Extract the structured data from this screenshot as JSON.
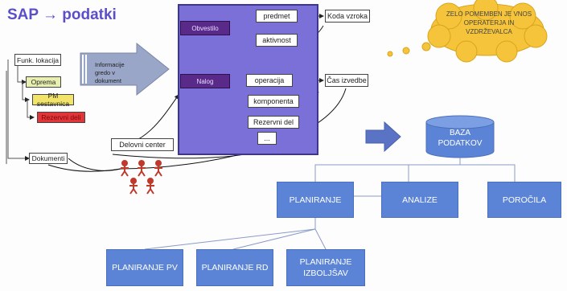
{
  "title": "SAP → podatki",
  "left": {
    "funk_lokacija": "Funk. lokacija",
    "oprema": "Oprema",
    "pm_sestavnica": "PM sestavnica",
    "rezervni_deli": "Rezervni deli",
    "dokumenti": "Dokumenti"
  },
  "info_arrow": "Informacije gredo v dokument",
  "delovni_center": "Delovni center",
  "panel": {
    "obvestilo": "Obvestilo",
    "nalog": "Nalog",
    "predmet": "predmet",
    "aktivnost": "aktivnost",
    "operacija": "operacija",
    "komponenta": "komponenta",
    "rezervni_del": "Rezervni del",
    "ellipsis": "..."
  },
  "koda_vzroka": "Koda vzroka",
  "cas_izvedbe": "Čas izvedbe",
  "cloud": "ZELO POMEMBEN JE VNOS OPERATERJA IN VZDRŽEVALCA",
  "database": "BAZA PODATKOV",
  "planiranje": "PLANIRANJE",
  "analize": "ANALIZE",
  "porocila": "POROČILA",
  "planiranje_pv": "PLANIRANJE PV",
  "planiranje_rd": "PLANIRANJE RD",
  "planiranje_izboljsav": "PLANIRANJE IZBOLJŠAV",
  "colors": {
    "panel": "#7b70d8",
    "blue_box": "#5b84d6",
    "oprema": "#e8efb0",
    "pm_sestavnica": "#f2e36a",
    "rezervni_deli": "#e0363a",
    "cloud": "#f5c43a",
    "people": "#c0392b",
    "title": "#5b4fc9"
  }
}
